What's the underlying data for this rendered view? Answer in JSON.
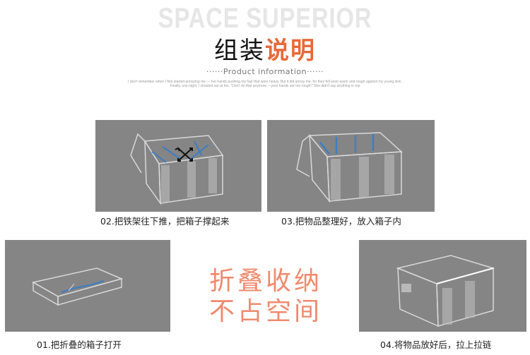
{
  "header": {
    "bg_title": "SPACE SUPERIOR",
    "title_plain": "组装",
    "title_accent": "说明",
    "subtitle": "······Product information······",
    "fine_line_1": "I don't remember when I first started annoying me — her hands pushing my hair that were heavy. But it did annoy me, for they fell worn warm and rough against my young skin.",
    "fine_line_2": "Finally, one night, I shouted out at her, \"Don't do that anymore —your hands are too rough!\" She didn't say anything in rep"
  },
  "steps": [
    {
      "caption": "01.把折叠的箱子打开"
    },
    {
      "caption": "02.把铁架往下推，把箱子撑起来"
    },
    {
      "caption": "03.把物品整理好，放入箱子内"
    },
    {
      "caption": "04.将物品放好后，拉上拉链"
    }
  ],
  "slogan": {
    "line1": "折叠收纳",
    "line2": "不占空间"
  },
  "colors": {
    "accent": "#e8693a",
    "slogan": "#ee8a6d",
    "photo_bg": "#858585",
    "frame_blue": "#3c7ec4"
  }
}
